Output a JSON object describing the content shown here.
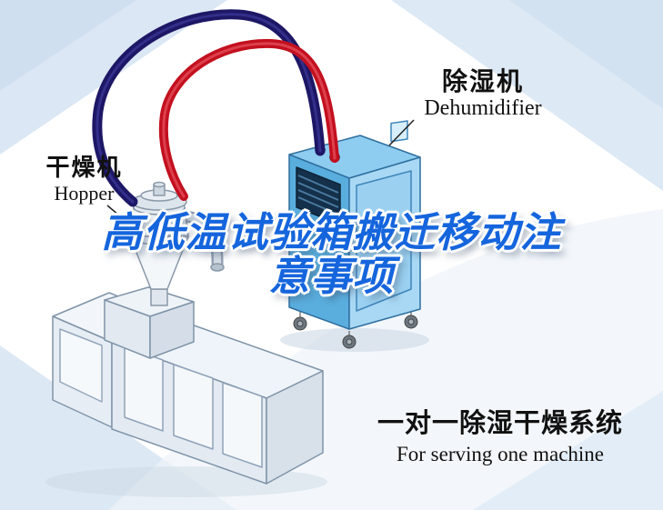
{
  "title": {
    "line1": "高低温试验箱搬迁移动注",
    "line2": "意事项"
  },
  "labels": {
    "dehumidifier": {
      "cn": "除湿机",
      "en": "Dehumidifier"
    },
    "hopper": {
      "cn": "干燥机",
      "en": "Hopper"
    },
    "system": {
      "cn": "一对一除湿干燥系统",
      "en": "For serving one machine"
    }
  },
  "colors": {
    "title_blue": "#1565dd",
    "pipe_red": "#c3101f",
    "pipe_navy": "#1d1766",
    "machine_blue": "#63b5e6",
    "background_tint": "#dbe7f4"
  }
}
